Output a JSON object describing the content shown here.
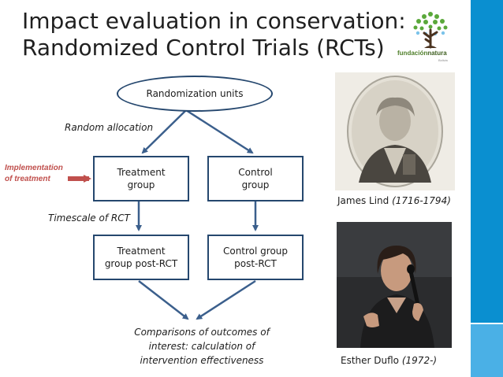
{
  "slide": {
    "title_line1": "Impact evaluation in conservation:",
    "title_line2": "Randomized Control Trials (RCTs)"
  },
  "logo": {
    "brand_part1": "fundación",
    "brand_part2": "natura",
    "tagline": "Bolivia",
    "icon": "tree-of-people-logo"
  },
  "diagram": {
    "top_node": "Randomization units",
    "random_allocation": "Random allocation",
    "implementation_line1": "Implementation",
    "implementation_line2": "of treatment",
    "treatment_line1": "Treatment",
    "treatment_line2": "group",
    "control_line1": "Control",
    "control_line2": "group",
    "timescale": "Timescale of RCT",
    "treatment_post_line1": "Treatment",
    "treatment_post_line2": "group post-RCT",
    "control_post_line1": "Control group",
    "control_post_line2": "post-RCT",
    "result_line1": "Comparisons of outcomes of",
    "result_line2": "interest: calculation of",
    "result_line3": "intervention effectiveness"
  },
  "people": {
    "lind_name": "James Lind",
    "lind_dates": "(1716-1794)",
    "duflo_name": "Esther Duflo",
    "duflo_dates": "(1972-)"
  },
  "colors": {
    "accent_blue": "#0a8fd0",
    "light_blue": "#4ab0e6",
    "box_border": "#25476e",
    "arrow": "#3b5f8c",
    "implementation_red": "#c0504d"
  }
}
